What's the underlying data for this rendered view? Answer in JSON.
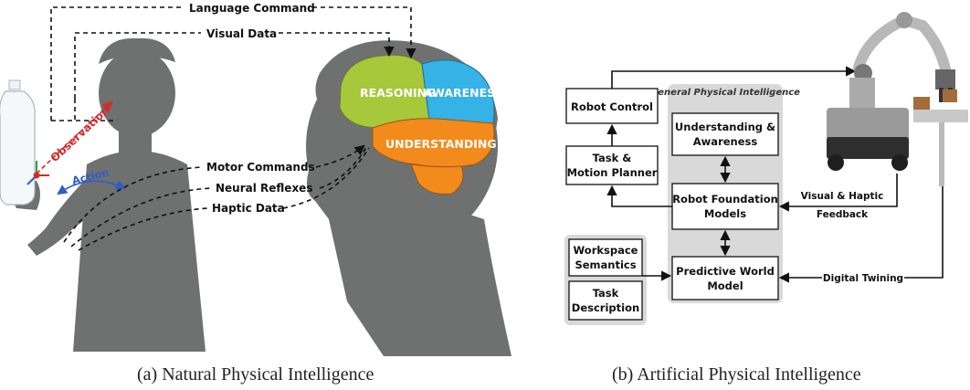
{
  "panel_a": {
    "caption": "(a) Natural Physical Intelligence",
    "labels": {
      "language_command": "Language Command",
      "visual_data": "Visual Data",
      "observation": "Observation",
      "action": "Action",
      "motor_commands": "Motor Commands",
      "neural_reflexes": "Neural Reflexes",
      "haptic_data": "Haptic Data"
    },
    "brain_regions": {
      "reasoning": "REASONING",
      "awareness": "AWARENESS",
      "understanding": "UNDERSTANDING"
    },
    "colors": {
      "silhouette": "#6e7170",
      "reasoning": "#a6c83a",
      "awareness": "#35b2e6",
      "understanding": "#f28a1c",
      "observation_arrow": "#d42a2a",
      "action_arrow": "#2f5fc4"
    }
  },
  "panel_b": {
    "caption": "(b) Artificial Physical Intelligence",
    "group_title": "General Physical Intelligence",
    "boxes": {
      "robot_control": "Robot Control",
      "task_motion_planner_1": "Task &",
      "task_motion_planner_2": "Motion Planner",
      "understanding_awareness_1": "Understanding &",
      "understanding_awareness_2": "Awareness",
      "foundation_models_1": "Robot Foundation",
      "foundation_models_2": "Models",
      "world_model_1": "Predictive World",
      "world_model_2": "Model",
      "workspace_semantics_1": "Workspace",
      "workspace_semantics_2": "Semantics",
      "task_description_1": "Task",
      "task_description_2": "Description"
    },
    "edge_labels": {
      "visual_haptic_1": "Visual & Haptic",
      "visual_haptic_2": "Feedback",
      "digital_twining": "Digital Twining"
    },
    "colors": {
      "group_fill": "#d9d9d9",
      "box_fill": "#ffffff",
      "line": "#111111",
      "box_brown": "#a26d3b"
    }
  }
}
